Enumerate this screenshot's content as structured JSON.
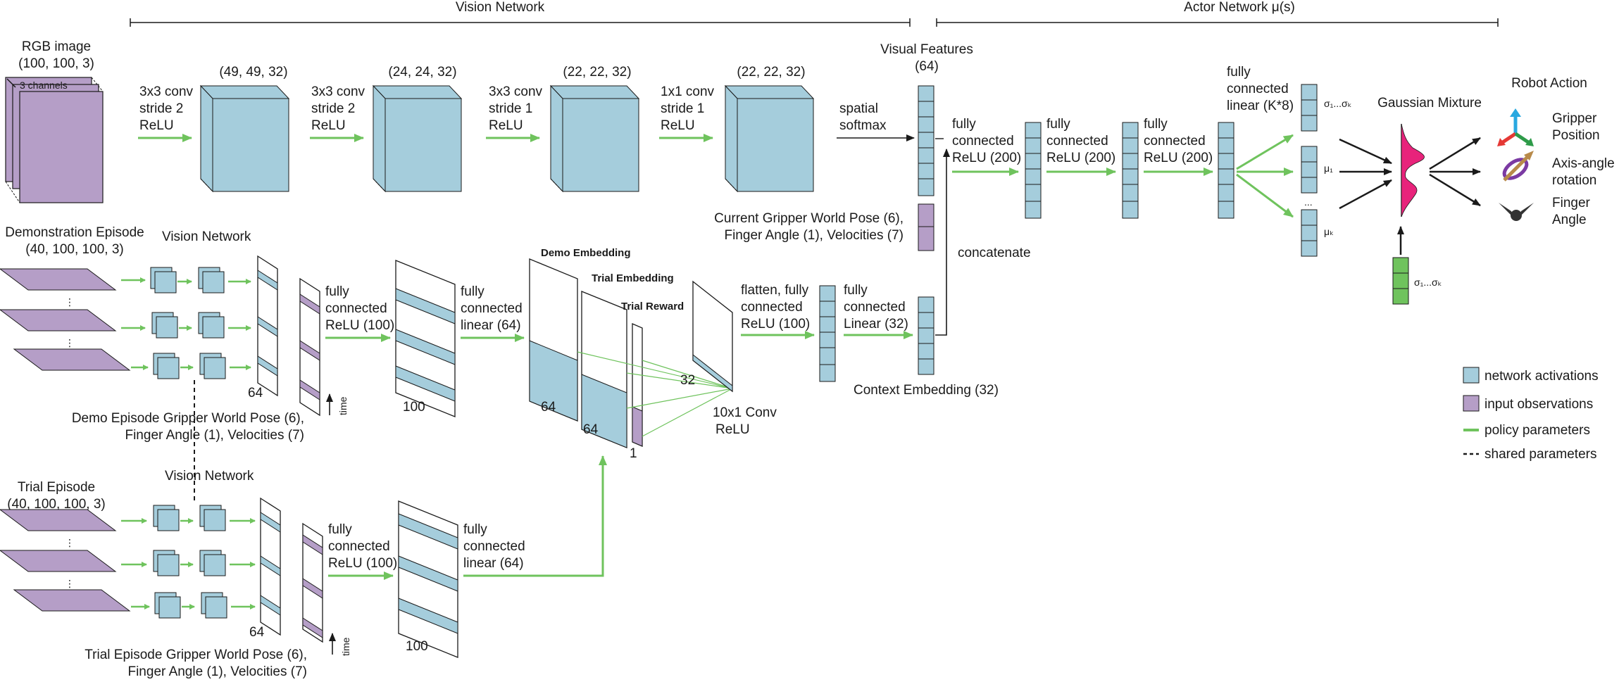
{
  "header": {
    "vision_network": "Vision Network",
    "actor_network": "Actor Network μ(s)"
  },
  "top_row": {
    "rgb_line1": "RGB image",
    "rgb_line2": "(100, 100, 3)",
    "channels": "3 channels",
    "conv1": [
      "3x3 conv",
      "stride 2",
      "ReLU"
    ],
    "conv2": [
      "3x3 conv",
      "stride 2",
      "ReLU"
    ],
    "conv3": [
      "3x3 conv",
      "stride 1",
      "ReLU"
    ],
    "conv4": [
      "1x1 conv",
      "stride 1",
      "ReLU"
    ],
    "dim1": "(49, 49, 32)",
    "dim2": "(24, 24, 32)",
    "dim3": "(22, 22, 32)",
    "dim4": "(22, 22, 32)",
    "spatial_softmax": [
      "spatial",
      "softmax"
    ],
    "visual_features": [
      "Visual Features",
      "(64)"
    ]
  },
  "actor": {
    "fc1": [
      "fully",
      "connected",
      "ReLU (200)"
    ],
    "fc2": [
      "fully",
      "connected",
      "ReLU (200)"
    ],
    "fc3": [
      "fully",
      "connected",
      "ReLU (200)"
    ],
    "fc_out": [
      "fully",
      "connected",
      "linear (K*8)"
    ],
    "sigma_out": "σ₁...σₖ",
    "mu1": "μ₁",
    "dots": "...",
    "muk": "μₖ",
    "gaussian_mixture": "Gaussian Mixture",
    "sigma_in": "σ₁...σₖ",
    "robot_action": "Robot Action",
    "gripper_position": [
      "Gripper",
      "Position"
    ],
    "axis_angle": [
      "Axis-angle",
      "rotation"
    ],
    "finger_angle": [
      "Finger",
      "Angle"
    ],
    "current_pose": [
      "Current Gripper World Pose (6),",
      "Finger Angle (1), Velocities (7)"
    ],
    "concatenate": "concatenate"
  },
  "demo": {
    "title": [
      "Demonstration Episode",
      "(40, 100, 100, 3)"
    ],
    "vision_network": "Vision Network",
    "fc1": [
      "fully",
      "connected",
      "ReLU (100)"
    ],
    "fc2": [
      "fully",
      "connected",
      "linear (64)"
    ],
    "n64": "64",
    "n100": "100",
    "time": "time",
    "pose": [
      "Demo Episode Gripper World Pose (6),",
      "Finger Angle (1), Velocities (7)"
    ]
  },
  "embedding": {
    "demo_embedding": "Demo Embedding",
    "trial_embedding": "Trial Embedding",
    "trial_reward": "Trial Reward",
    "n64a": "64",
    "n64b": "64",
    "n1": "1",
    "n32": "32",
    "conv": [
      "10x1 Conv",
      "ReLU"
    ],
    "flatten": [
      "flatten, fully",
      "connected",
      "ReLU (100)"
    ],
    "fc_linear": [
      "fully",
      "connected",
      "Linear (32)"
    ],
    "context": "Context Embedding (32)"
  },
  "trial": {
    "title": [
      "Trial Episode",
      "(40, 100, 100, 3)"
    ],
    "vision_network": "Vision Network",
    "fc1": [
      "fully",
      "connected",
      "ReLU (100)"
    ],
    "fc2": [
      "fully",
      "connected",
      "linear (64)"
    ],
    "n64": "64",
    "n100": "100",
    "time": "time",
    "pose": [
      "Trial Episode Gripper World Pose (6),",
      "Finger Angle (1), Velocities (7)"
    ]
  },
  "legend": {
    "activations": "network activations",
    "observations": "input observations",
    "policy": "policy parameters",
    "shared": "shared parameters"
  },
  "colors": {
    "activation": "#a5cddc",
    "observation": "#b59ec7",
    "policy": "#6fc35d",
    "gaussian": "#e8237b",
    "dark": "#1a1a1a"
  }
}
